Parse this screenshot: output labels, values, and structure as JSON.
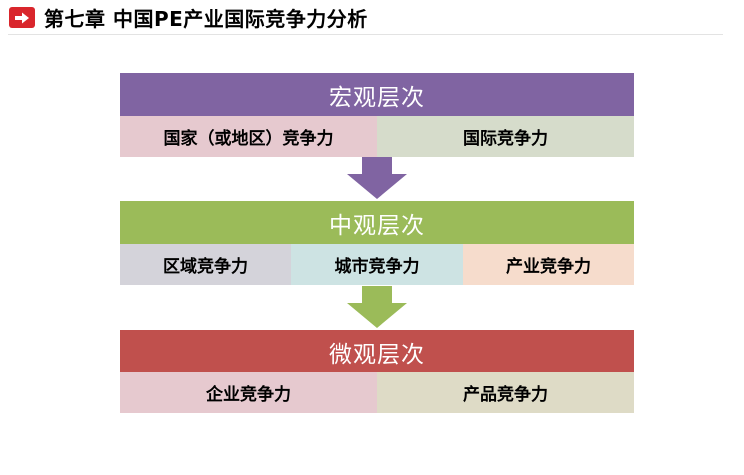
{
  "header": {
    "title": "第七章  中国PE产业国际竞争力分析",
    "icon": "arrow-right-icon",
    "icon_color": "#d9262c"
  },
  "levels": [
    {
      "title": "宏观层次",
      "color": "#8064a2",
      "items": [
        {
          "label": "国家（或地区）竞争力",
          "color": "#e6c9cf"
        },
        {
          "label": "国际竞争力",
          "color": "#d6dccb"
        }
      ]
    },
    {
      "title": "中观层次",
      "color": "#9bbb59",
      "items": [
        {
          "label": "区域竞争力",
          "color": "#d4d3da"
        },
        {
          "label": "城市竞争力",
          "color": "#cde3e3"
        },
        {
          "label": "产业竞争力",
          "color": "#f6dccc"
        }
      ]
    },
    {
      "title": "微观层次",
      "color": "#c0504d",
      "items": [
        {
          "label": "企业竞争力",
          "color": "#e6c9cf"
        },
        {
          "label": "产品竞争力",
          "color": "#dedbc6"
        }
      ]
    }
  ],
  "connectors": [
    {
      "icon": "down-arrow-icon",
      "color": "#8064a2"
    },
    {
      "icon": "down-arrow-icon",
      "color": "#9bbb59"
    }
  ]
}
